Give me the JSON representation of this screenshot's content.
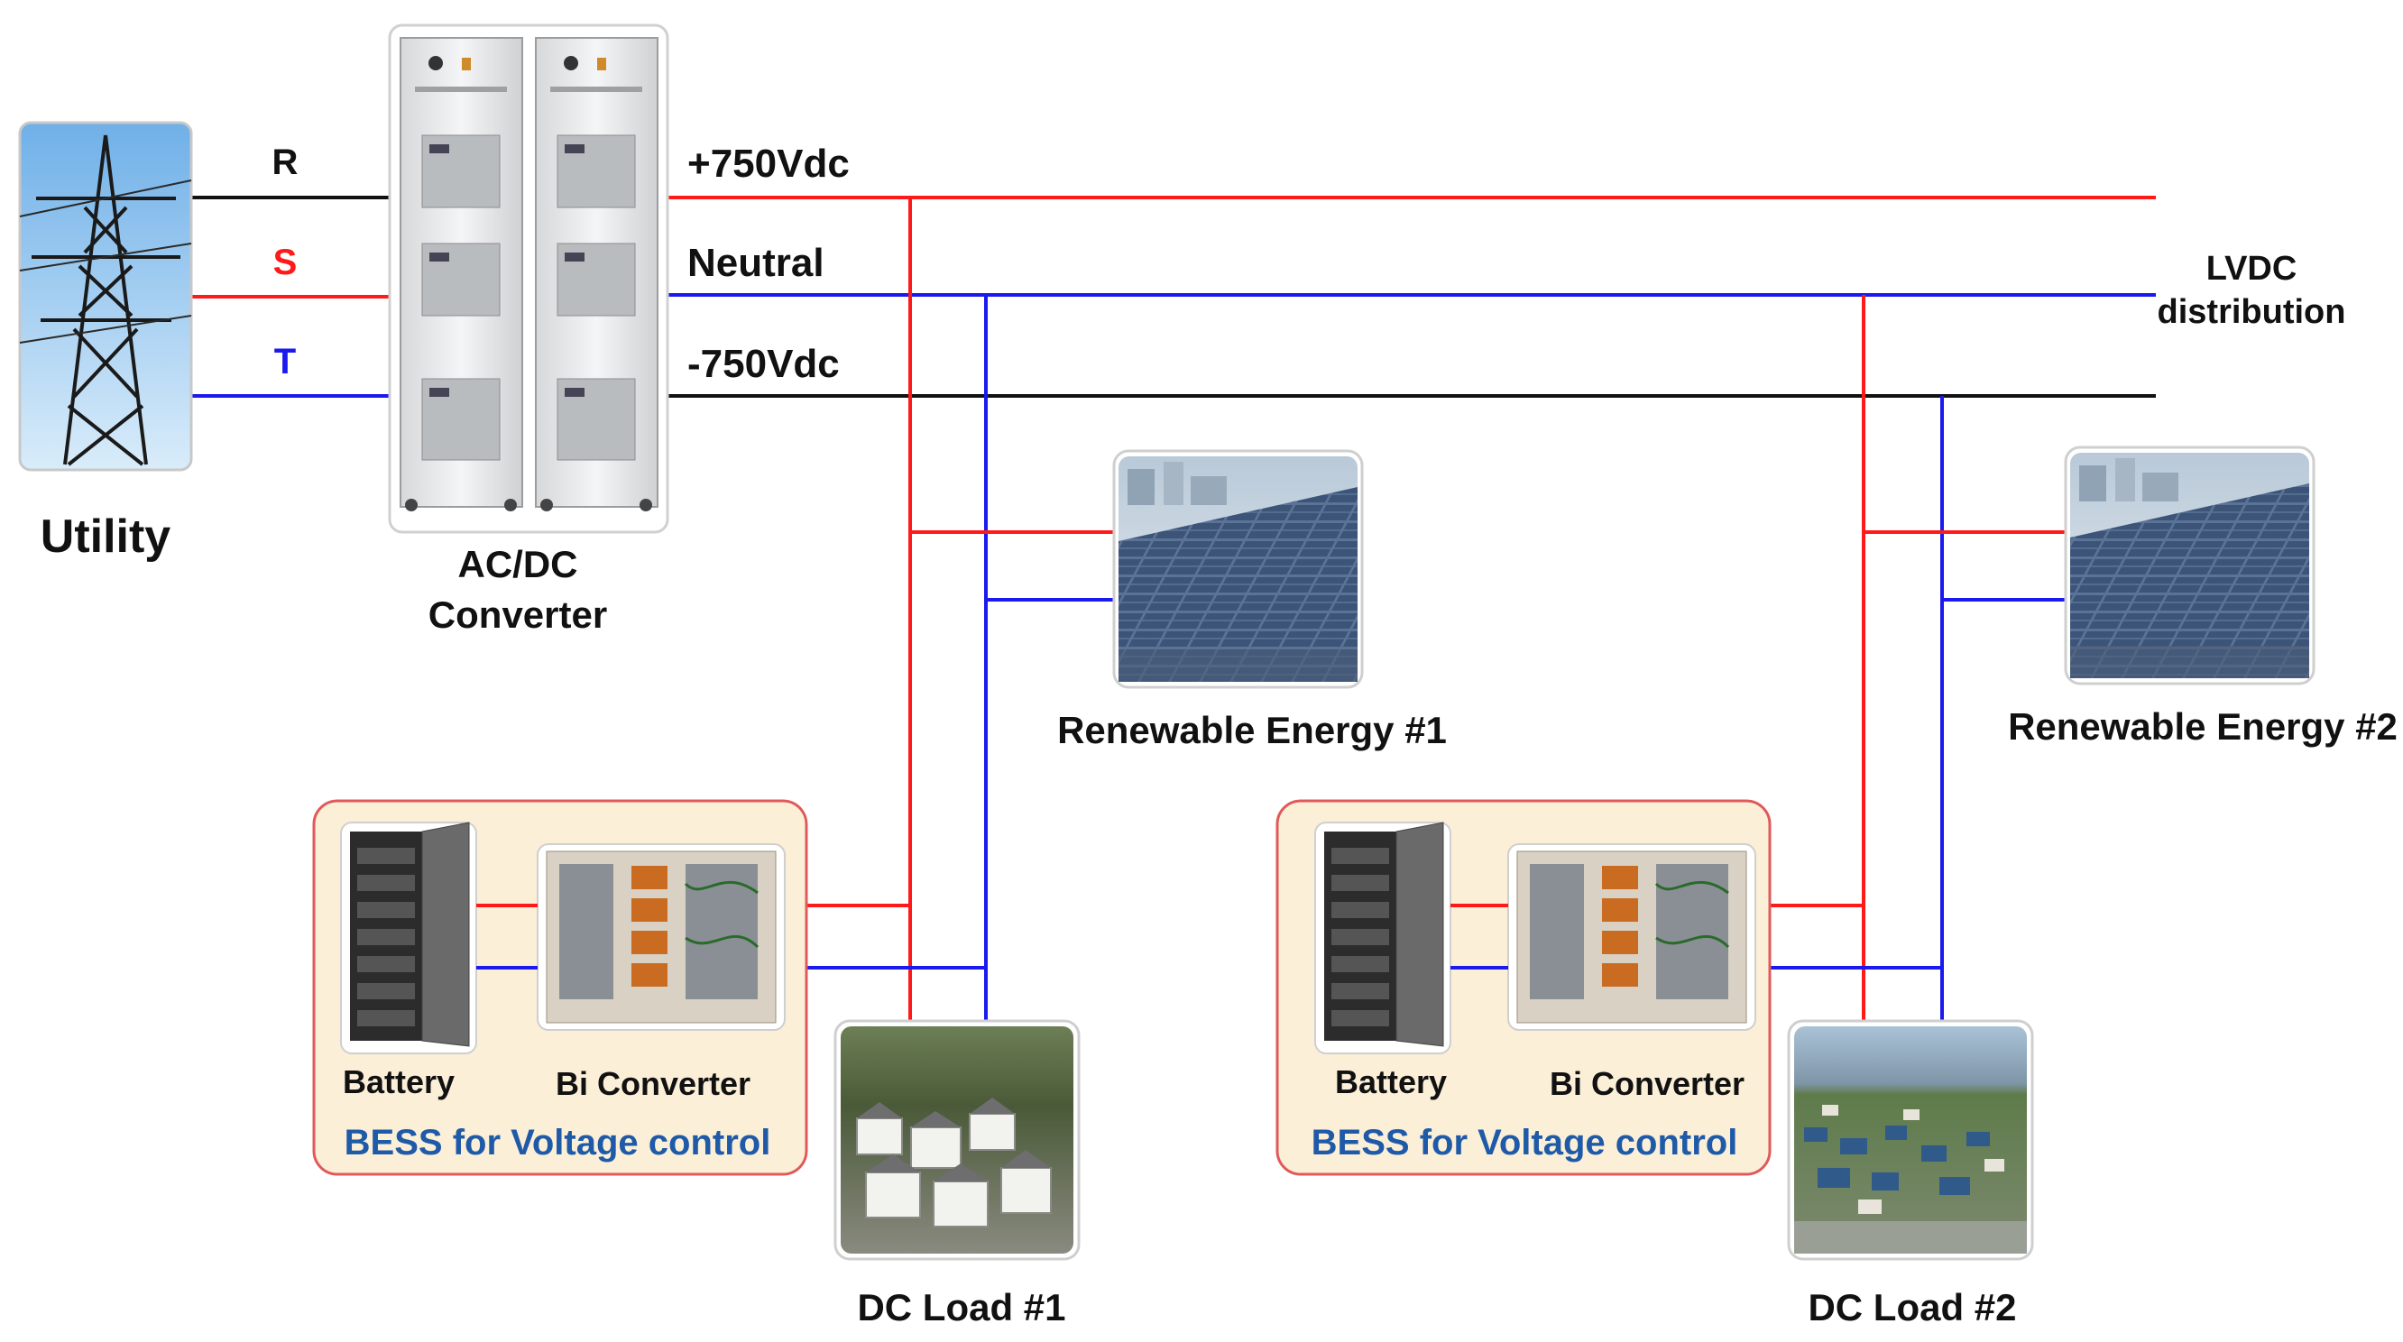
{
  "utility": {
    "label": "Utility"
  },
  "phases": {
    "r": "R",
    "s": "S",
    "t": "T"
  },
  "converter": {
    "line1": "AC/DC",
    "line2": "Converter"
  },
  "bus": {
    "positive": "+750Vdc",
    "neutral": "Neutral",
    "negative": "-750Vdc"
  },
  "lvdc": {
    "line1": "LVDC",
    "line2": "distribution"
  },
  "renewable": {
    "one": "Renewable Energy #1",
    "two": "Renewable Energy #2"
  },
  "bess": {
    "one": {
      "battery": "Battery",
      "converter": "Bi Converter",
      "title": "BESS for Voltage control"
    },
    "two": {
      "battery": "Battery",
      "converter": "Bi Converter",
      "title": "BESS for Voltage control"
    }
  },
  "loads": {
    "one": "DC Load #1",
    "two": "DC Load #2"
  },
  "colors": {
    "positive": "#ff1a1a",
    "neutral": "#1a1aee",
    "negative": "#111111",
    "bess_title": "#1f5aa8",
    "bess_border": "#e05a5a",
    "bess_fill": "#fbefd8"
  }
}
